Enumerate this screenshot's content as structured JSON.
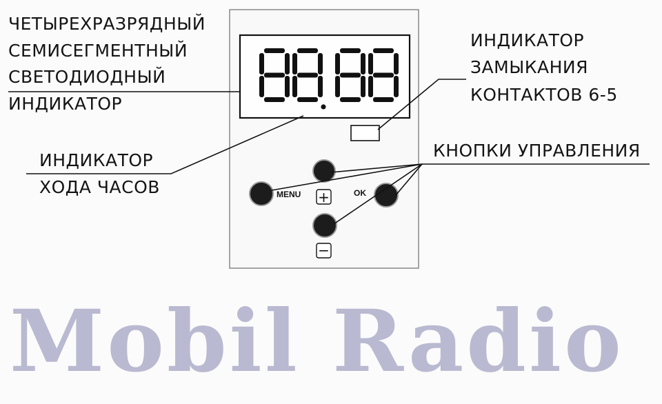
{
  "labels": {
    "display_label": [
      "ЧЕТЫРЕХРАЗРЯДНЫЙ",
      "СЕМИСЕГМЕНТНЫЙ",
      "СВЕТОДИОДНЫЙ",
      "ИНДИКАТОР"
    ],
    "contact_label": [
      "ИНДИКАТОР",
      "ЗАМЫКАНИЯ",
      "КОНТАКТОВ 6-5"
    ],
    "clock_label": [
      "ИНДИКАТОР",
      "ХОДА ЧАСОВ"
    ],
    "buttons_label": "КНОПКИ УПРАВЛЕНИЯ"
  },
  "device": {
    "display_value": "88.88",
    "menu_label": "MENU",
    "ok_label": "OK",
    "plus_symbol": "+",
    "minus_symbol": "−"
  },
  "watermark": "Mobil Radio",
  "colors": {
    "background": "#fbfbfb",
    "line": "#111111",
    "watermark": "#b9b9d1"
  }
}
